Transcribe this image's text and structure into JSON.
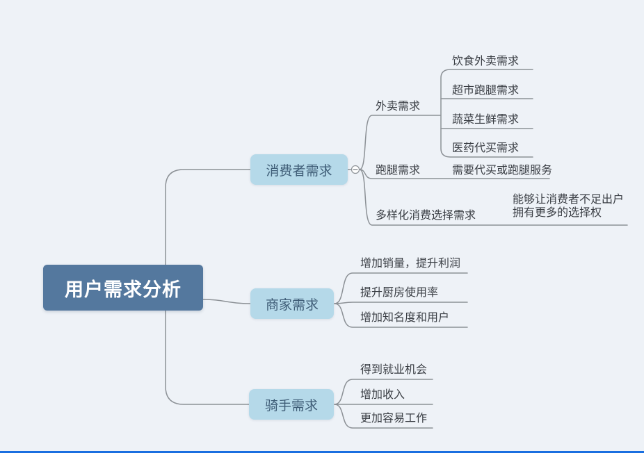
{
  "root": {
    "label": "用户需求分析"
  },
  "consumer": {
    "label": "消费者需求",
    "takeout": {
      "label": "外卖需求",
      "children": [
        "饮食外卖需求",
        "超市跑腿需求",
        "蔬菜生鲜需求",
        "医药代买需求"
      ]
    },
    "errand": {
      "label": "跑腿需求",
      "note": "需要代买或跑腿服务"
    },
    "variety": {
      "label": "多样化消费选择需求",
      "note_line1": "能够让消费者不足出户",
      "note_line2": "拥有更多的选择权"
    }
  },
  "merchant": {
    "label": "商家需求",
    "children": [
      "增加销量，提升利润",
      "提升厨房使用率",
      "增加知名度和用户"
    ]
  },
  "rider": {
    "label": "骑手需求",
    "children": [
      "得到就业机会",
      "增加收入",
      "更加容易工作"
    ]
  },
  "icons": {
    "collapse_toggle": "minus-circle-icon"
  },
  "colors": {
    "background": "#eef2f7",
    "root_fill": "#54789e",
    "root_text": "#ffffff",
    "branch_fill": "#b5d9e9",
    "branch_text": "#3f5d77",
    "line": "#8c9196",
    "bottom_bar": "#1a6fe0"
  }
}
